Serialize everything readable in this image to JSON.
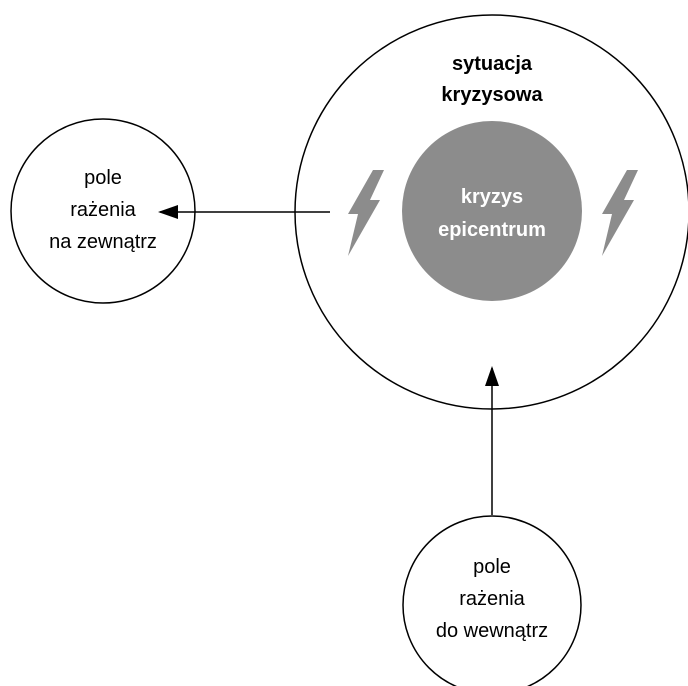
{
  "diagram": {
    "crisis_situation": {
      "line1": "sytuacja",
      "line2": "kryzysowa"
    },
    "epicenter": {
      "line1": "kryzys",
      "line2": "epicentrum"
    },
    "outward_field": {
      "line1": "pole",
      "line2": "rażenia",
      "line3": "na zewnątrz"
    },
    "inward_field": {
      "line1": "pole",
      "line2": "rażenia",
      "line3": "do wewnątrz"
    },
    "colors": {
      "stroke": "#000000",
      "epicenter_fill": "#8c8c8c",
      "lightning_fill": "#8c8c8c",
      "background": "#ffffff"
    }
  }
}
